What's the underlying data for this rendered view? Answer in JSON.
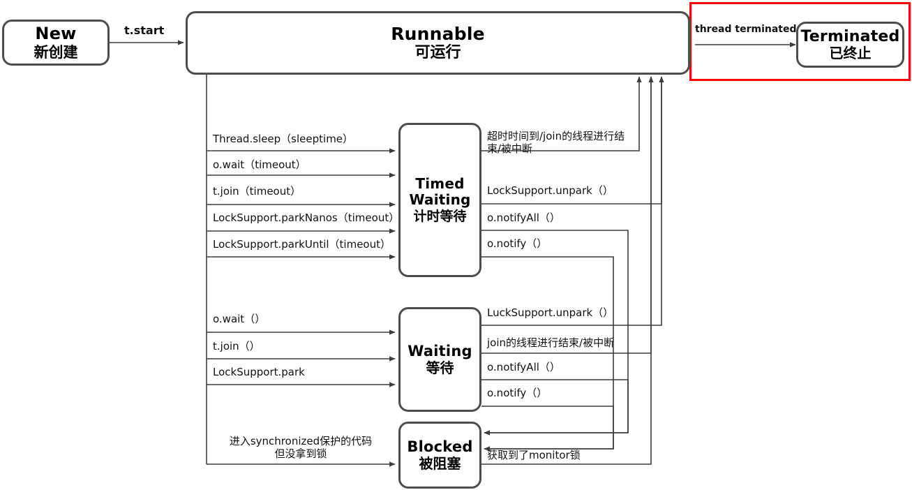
{
  "diagram": {
    "title": "Java Thread State Transition Diagram",
    "states": [
      {
        "id": "new",
        "en": "New",
        "cn": "新创建"
      },
      {
        "id": "runnable",
        "en": "Runnable",
        "cn": "可运行"
      },
      {
        "id": "terminated",
        "en": "Terminated",
        "cn": "已终止"
      },
      {
        "id": "timed_waiting",
        "en": "Timed\nWaiting",
        "en_line1": "Timed",
        "en_line2": "Waiting",
        "cn": "计时等待"
      },
      {
        "id": "waiting",
        "en": "Waiting",
        "cn": "等待"
      },
      {
        "id": "blocked",
        "en": "Blocked",
        "cn": "被阻塞"
      }
    ],
    "transitions": {
      "start": "t.start",
      "thread_terminated": "thread terminated",
      "to_timed_waiting": [
        "Thread.sleep（sleeptime）",
        "o.wait（timeout）",
        "t.join（timeout）",
        "LockSupport.parkNanos（timeout）",
        "LockSupport.parkUntil（timeout）"
      ],
      "from_timed_waiting": [
        "超时时间到/join的线程进行结束/被中断",
        "LockSupport.unpark（）",
        "o.notifyAll（）",
        "o.notify（）"
      ],
      "to_waiting": [
        "o.wait（）",
        "t.join（）",
        "LockSupport.park"
      ],
      "from_waiting": [
        "LuckSupport.unpark（）",
        "join的线程进行结束/被中断",
        "o.notifyAll（）",
        "o.notify（）"
      ],
      "to_blocked": "进入synchronized保护的代码\n但没拿到锁",
      "to_blocked_line1": "进入synchronized保护的代码",
      "to_blocked_line2": "但没拿到锁",
      "from_blocked": "获取到了monitor锁"
    },
    "colors": {
      "box_border": "#4d4d4d",
      "highlight": "#ff0000",
      "line": "#404040",
      "text": "#111111",
      "background": "#ffffff"
    }
  }
}
